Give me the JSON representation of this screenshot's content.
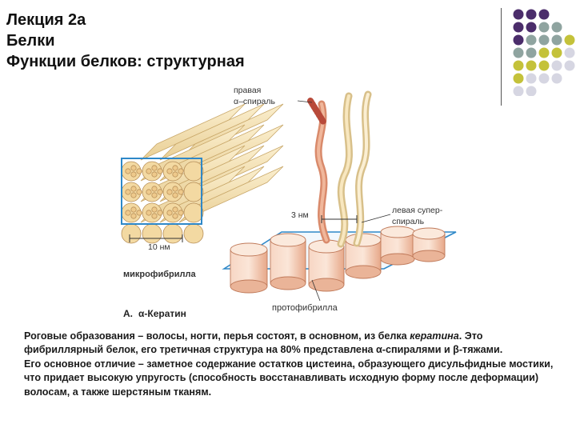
{
  "slide": {
    "title_line1": "Лекция 2а",
    "title_line2": "Белки",
    "title_line3": "Функции белков: структурная"
  },
  "figure": {
    "label_right_helix_1": "правая",
    "label_right_helix_2": "α–спираль",
    "label_3nm": "3 нм",
    "label_left_superhelix_1": "левая супер-",
    "label_left_superhelix_2": "спираль",
    "label_10nm": "10 нм",
    "label_microfibril": "микрофибрилла",
    "label_protofibril": "протофибрилла",
    "label_caption_prefix": "А.",
    "label_caption": "α-Кератин"
  },
  "text": {
    "p1_part1": "Роговые образования – волосы, ногти, перья состоят, в основном, из белка ",
    "p1_italic": "кератина",
    "p1_part2": ". Это фибриллярный белок, его третичная структура на 80% представлена α-спиралями и β-тяжами.",
    "p2": "Его основное отличие – заметное содержание остатков цистеина, образующего дисульфидные мостики, что придает высокую упругость (способность восстанавливать исходную форму после деформации) волосам, а также шерстяным тканям."
  },
  "colors": {
    "dot_purple": "#4b2d6b",
    "dot_gray": "#8fa4a0",
    "dot_olive": "#c4c23a",
    "dot_light": "#d6d6e2",
    "rod_fill": "#f4dfb0",
    "salmon": "#e8a080",
    "frame_blue": "#2e88c8"
  }
}
